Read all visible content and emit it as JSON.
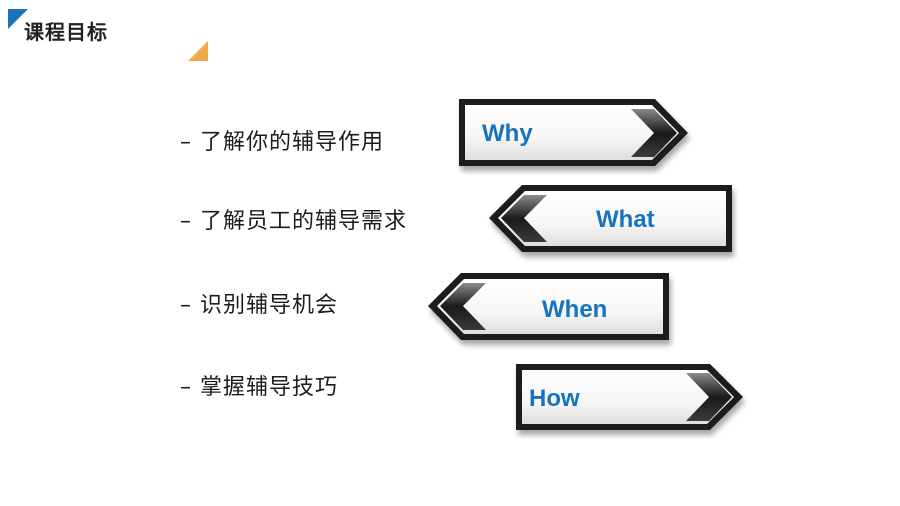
{
  "slide": {
    "title": "课程目标",
    "colors": {
      "title_accent": "#1a73b8",
      "secondary_accent": "#f0a94a",
      "label_color": "#1673bd"
    },
    "objectives": [
      "– 了解你的辅导作用",
      "– 了解员工的辅导需求",
      "– 识别辅导机会",
      "– 掌握辅导技巧"
    ],
    "signs": [
      {
        "label": "Why",
        "direction": "right"
      },
      {
        "label": "What",
        "direction": "left"
      },
      {
        "label": "When",
        "direction": "left"
      },
      {
        "label": "How",
        "direction": "right"
      }
    ]
  }
}
